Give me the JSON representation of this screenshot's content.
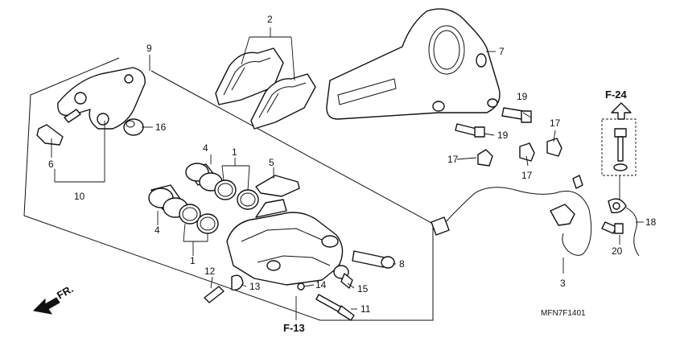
{
  "callouts": {
    "c1a": "1",
    "c1b": "1",
    "c2": "2",
    "c3": "3",
    "c4a": "4",
    "c4b": "4",
    "c5": "5",
    "c6": "6",
    "c7": "7",
    "c8": "8",
    "c9": "9",
    "c10": "10",
    "c11": "11",
    "c12": "12",
    "c13": "13",
    "c14": "14",
    "c15": "15",
    "c16": "16",
    "c17a": "17",
    "c17b": "17",
    "c17c": "17",
    "c18": "18",
    "c19a": "19",
    "c19b": "19",
    "c20": "20"
  },
  "references": {
    "f24": "F-24",
    "f13": "F-13"
  },
  "direction_label": "FR.",
  "diagram_code": "MFN7F1401"
}
